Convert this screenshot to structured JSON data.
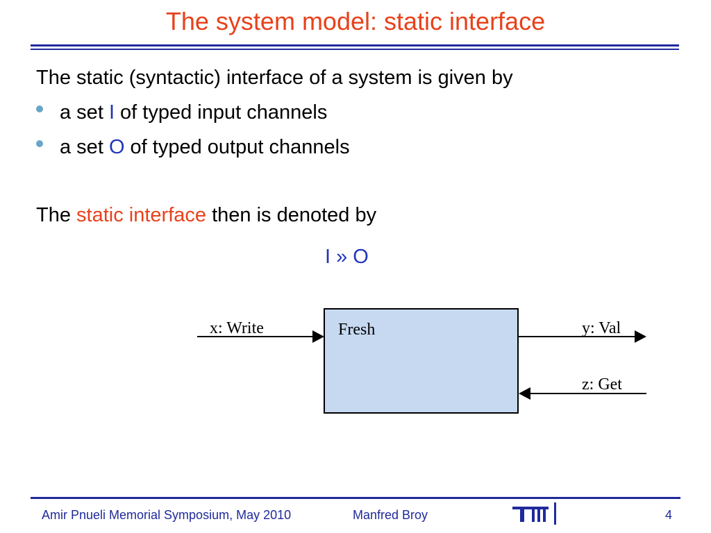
{
  "slide": {
    "title": "The system model: static interface",
    "intro": "The static (syntactic) interface of a system is given by",
    "bullets": [
      {
        "prefix": "a set ",
        "symbol": "I",
        "suffix": " of typed input channels"
      },
      {
        "prefix": "a set ",
        "symbol": "O",
        "suffix": " of typed output channels"
      }
    ],
    "denoted": {
      "prefix": "The ",
      "highlight": "static interface",
      "suffix": " then is denoted by"
    },
    "formula": "I » O"
  },
  "diagram": {
    "box_label": "Fresh",
    "input_channel": "x: Write",
    "output_channel_1": "y: Val",
    "output_channel_2": "z: Get"
  },
  "footer": {
    "event": "Amir Pnueli Memorial Symposium, May 2010",
    "author": "Manfred Broy",
    "page": "4"
  },
  "colors": {
    "title": "#e8411b",
    "accent_blue": "#2135b8",
    "rule": "#1f2a9c",
    "box_fill": "#c6d9f1",
    "bullet": "#67a6c9"
  },
  "icons": {
    "logo": "tum-logo-icon"
  }
}
